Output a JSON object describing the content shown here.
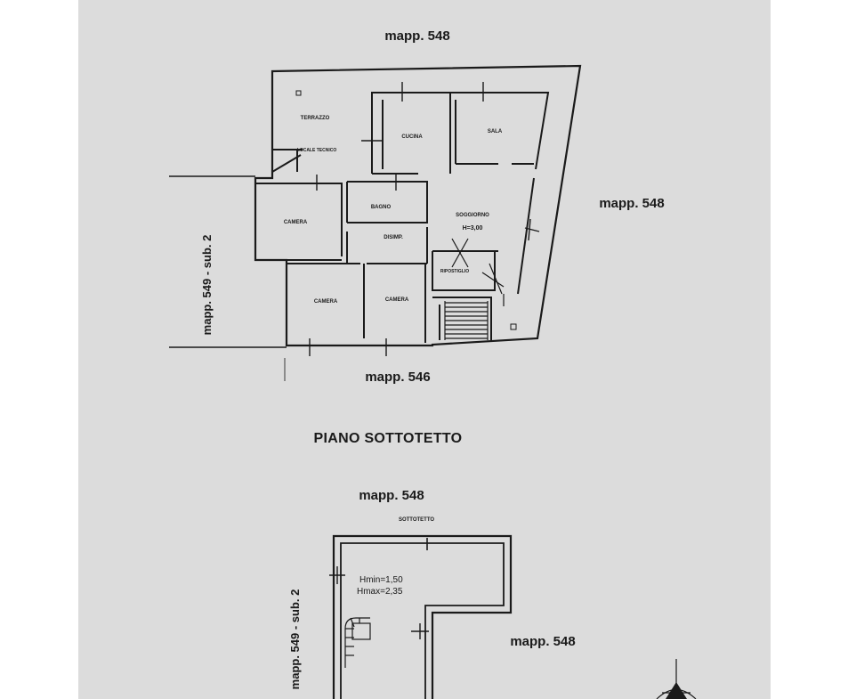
{
  "floor_plan": {
    "upper": {
      "north_label": "mapp. 548",
      "east_label": "mapp. 548",
      "south_label": "mapp. 546",
      "west_label": "mapp. 549 - sub. 2",
      "rooms": {
        "terrazzo": "TERRAZZO",
        "locale_tecnico": "LOCALE TECNICO",
        "cucina": "CUCINA",
        "sala": "SALA",
        "camera_1": "CAMERA",
        "bagno": "BAGNO",
        "soggiorno": "SOGGIORNO",
        "height": "H=3,00",
        "disimpegno": "DISIMP.",
        "ripostiglio": "RIPOSTIGLIO",
        "camera_2": "CAMERA",
        "camera_3": "CAMERA"
      }
    },
    "section_title": "PIANO SOTTOTETTO",
    "attic": {
      "north_label": "mapp. 548",
      "east_label": "mapp. 548",
      "west_label": "mapp. 549 - sub. 2",
      "room_label": "SOTTOTETTO",
      "hmin": "Hmin=1,50",
      "hmax": "Hmax=2,35"
    }
  }
}
